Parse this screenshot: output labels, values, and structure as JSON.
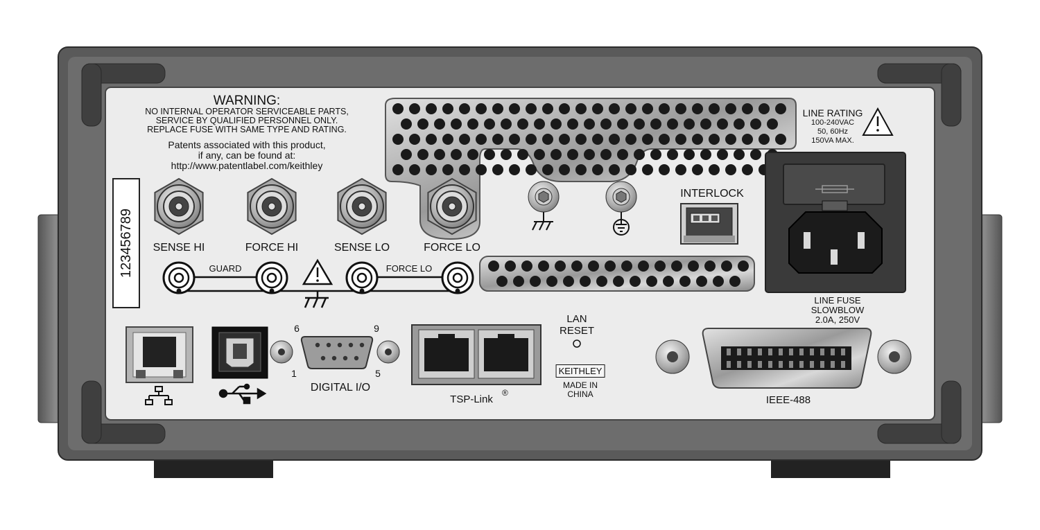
{
  "warning": {
    "title": "WARNING:",
    "lines": [
      "NO INTERNAL OPERATOR SERVICEABLE PARTS,",
      "SERVICE BY QUALIFIED PERSONNEL ONLY.",
      "REPLACE FUSE WITH SAME TYPE AND RATING."
    ]
  },
  "patents": {
    "lines": [
      "Patents associated with this product,",
      "if any, can be found at:"
    ],
    "url": "http://www.patentlabel.com/keithley"
  },
  "serial_number": "123456789",
  "triax": {
    "sense_hi": "SENSE HI",
    "force_hi": "FORCE HI",
    "sense_lo": "SENSE LO",
    "force_lo": "FORCE LO",
    "guard": "GUARD",
    "force_lo_bridge": "FORCE LO"
  },
  "line_rating": {
    "title": "LINE RATING",
    "lines": [
      "100-240VAC",
      "50, 60Hz",
      "150VA MAX."
    ]
  },
  "interlock": "INTERLOCK",
  "line_fuse": {
    "lines": [
      "LINE FUSE",
      "SLOWBLOW",
      "2.0A, 250V"
    ]
  },
  "lan_reset": {
    "lines": [
      "LAN",
      "RESET"
    ]
  },
  "brand": {
    "name": "KEITHLEY",
    "made_in": [
      "MADE IN",
      "CHINA"
    ]
  },
  "digital_io": {
    "label": "DIGITAL I/O",
    "pins": [
      "6",
      "9",
      "1",
      "5"
    ]
  },
  "tsp_link": {
    "label": "TSP-Link",
    "mark": "®"
  },
  "ieee": {
    "label": "IEEE-488"
  },
  "icons": [
    "lan-network-icon",
    "usb-icon",
    "chassis-ground-icon",
    "protective-earth-icon",
    "warning-triangle-icon"
  ],
  "colors": {
    "chassis": "#5a5a5a",
    "chassis_dark": "#3c3c3c",
    "panel": "#ececec",
    "vent_metal": "#b9b9b9",
    "hole": "#1a1a1a",
    "feet": "#222222"
  }
}
